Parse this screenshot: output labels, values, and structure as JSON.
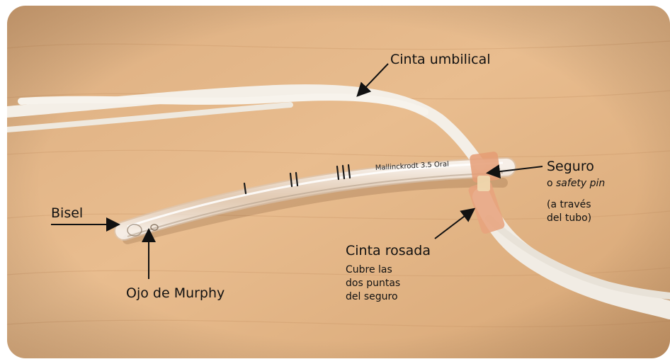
{
  "labels": {
    "cinta_umbilical": "Cinta umbilical",
    "seguro": "Seguro",
    "seguro_sub_prefix": "o ",
    "seguro_sub_italic": "safety pin",
    "a_traves_line1": "(a través",
    "a_traves_line2": "del tubo)",
    "bisel": "Bisel",
    "cinta_rosada": "Cinta rosada",
    "cubre_line1": "Cubre las",
    "cubre_line2": "dos puntas",
    "cubre_line3": "del seguro",
    "ojo_murphy": "Ojo de Murphy"
  },
  "tube_print": "Mallinckrodt 3.5 Oral",
  "colors": {
    "wood_light": "#e7b887",
    "wood_dark": "#cf9a68",
    "ribbon": "#f4f0ea",
    "tape": "#e8a07a",
    "text": "#111111"
  }
}
